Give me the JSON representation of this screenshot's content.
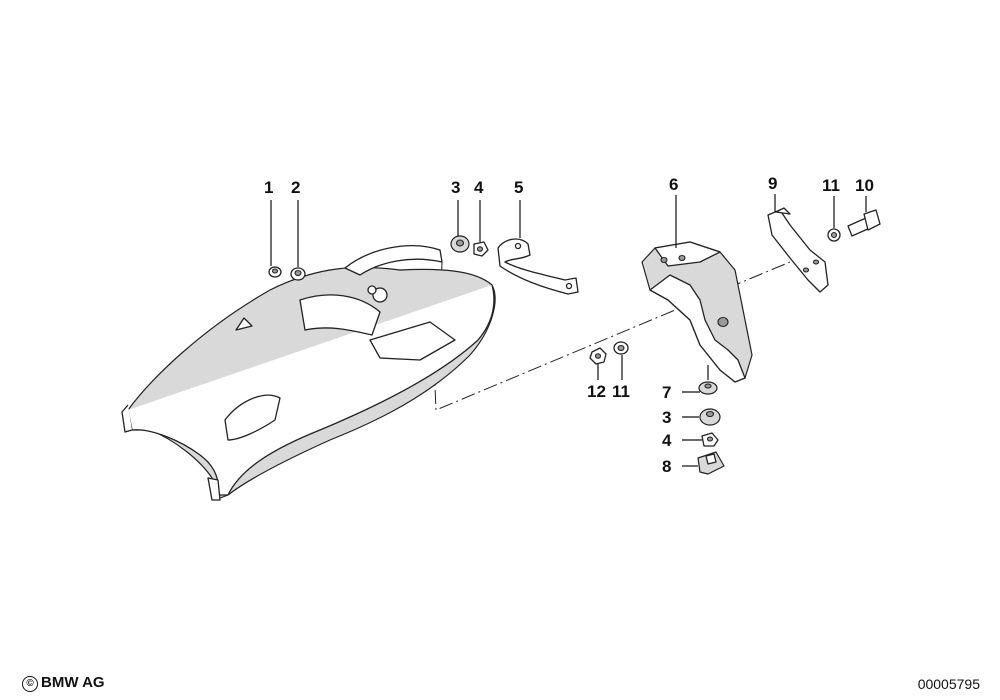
{
  "callouts": {
    "c1": "1",
    "c2": "2",
    "c3a": "3",
    "c4a": "4",
    "c5": "5",
    "c6": "6",
    "c9": "9",
    "c11a": "11",
    "c10": "10",
    "c12": "12",
    "c11b": "11",
    "c7": "7",
    "c3b": "3",
    "c4b": "4",
    "c8": "8"
  },
  "footer": {
    "copyright_symbol": "©",
    "copyright_text": "BMW AG",
    "document_number": "00005795"
  }
}
